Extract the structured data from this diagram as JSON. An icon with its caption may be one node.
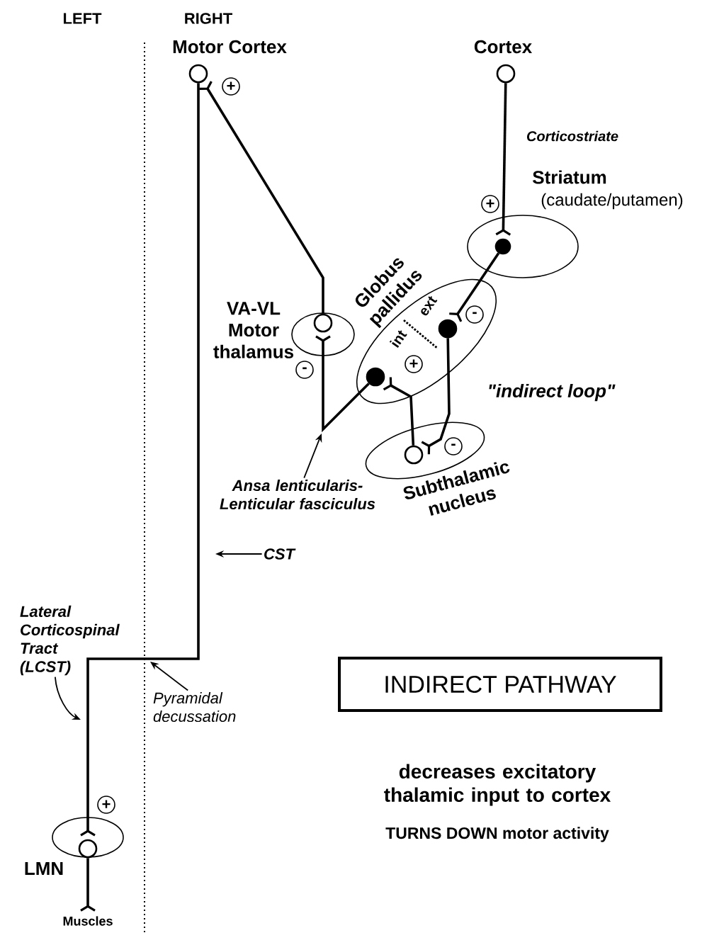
{
  "diagram": {
    "title": "INDIRECT PATHWAY",
    "nodes": [
      {
        "text": [
          "Motor Cortex"
        ]
      },
      {
        "text": [
          "Cortex"
        ]
      },
      {
        "text": [
          "Striatum",
          "(caudate/putamen)"
        ]
      },
      {
        "text": [],
        "shape": "dot",
        "in": 2
      },
      {
        "text": [
          "Globus pallidus",
          "ext",
          "int"
        ]
      },
      {
        "text": [],
        "shape": "dot",
        "in": 4
      },
      {
        "text": [
          "VA-VL Motor thalamus"
        ]
      },
      {
        "text": [],
        "shape": "circle",
        "in": 6
      },
      {
        "text": [],
        "shape": "dot",
        "in": 4
      },
      {
        "text": [
          "Subthalamic nucleus"
        ]
      },
      {
        "text": [],
        "shape": "circle",
        "in": 9
      },
      {
        "text": [
          "Ansa lenticularis- Lenticular fasciculus"
        ]
      },
      {
        "text": [
          "CST"
        ]
      },
      {
        "text": [
          "Lateral Corticospinal Tract (LCST)"
        ]
      },
      {
        "text": [
          "Pyramidal decussation"
        ]
      },
      {
        "text": [
          "LMN"
        ]
      },
      {
        "text": [],
        "shape": "circle",
        "in": 15
      },
      {
        "text": [
          "Muscles"
        ]
      },
      {
        "text": [
          "+"
        ]
      },
      {
        "text": [
          "+"
        ]
      },
      {
        "text": [
          "-"
        ],
        "in": 4
      },
      {
        "text": [
          "+"
        ],
        "in": 4
      },
      {
        "text": [
          "-"
        ]
      },
      {
        "text": [
          "-"
        ],
        "in": 9
      },
      {
        "text": [
          "+"
        ]
      }
    ],
    "edges": [
      {
        "from": 1,
        "to": 3,
        "arrow": "other",
        "label": "Corticostriate"
      },
      {
        "from": 3,
        "to": 5,
        "arrow": "other"
      },
      {
        "from": 5,
        "to": 10,
        "arrow": "other"
      },
      {
        "from": 10,
        "to": 8,
        "arrow": "other"
      },
      {
        "from": 8,
        "to": 7,
        "arrow": "other"
      },
      {
        "from": 7,
        "to": 0,
        "arrow": "other"
      },
      {
        "from": 0,
        "to": 16,
        "arrow": "other"
      },
      {
        "from": 16,
        "to": 17,
        "arrow": "other"
      },
      {
        "from": 11,
        "to": null,
        "arrow": "to"
      },
      {
        "from": 12,
        "to": null,
        "arrow": "to"
      },
      {
        "from": 13,
        "to": null,
        "arrow": "to"
      },
      {
        "from": 14,
        "to": null,
        "arrow": "to"
      }
    ],
    "labels": [
      "LEFT",
      "RIGHT",
      "\"indirect loop\"",
      "decreases excitatory thalamic input to cortex",
      "TURNS DOWN motor activity"
    ]
  }
}
